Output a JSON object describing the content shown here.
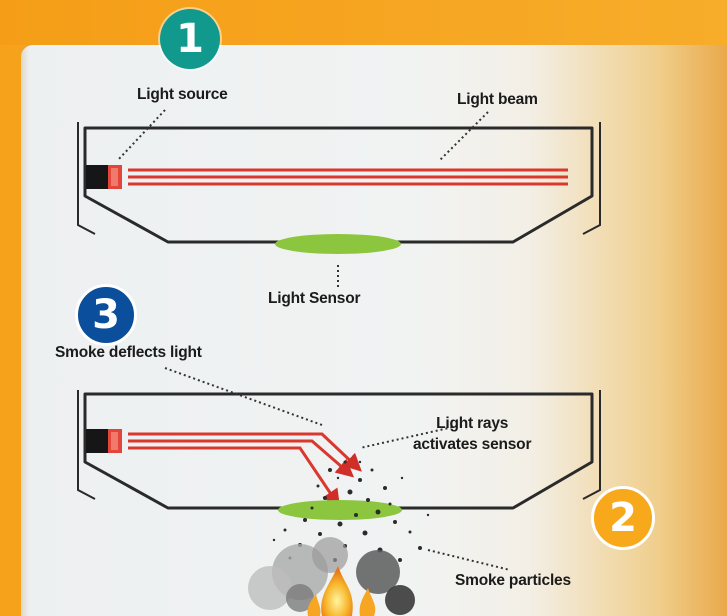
{
  "badges": {
    "one": "1",
    "two": "2",
    "three": "3"
  },
  "labels": {
    "light_source": "Light source",
    "light_beam": "Light beam",
    "light_sensor": "Light Sensor",
    "smoke_deflects_light": "Smoke deflects light",
    "light_rays_line1": "Light rays",
    "light_rays_line2": "activates sensor",
    "smoke_particles": "Smoke particles"
  },
  "colors": {
    "orange_background": "#f6a21a",
    "teal_badge": "#12998e",
    "blue_badge": "#0b4f9c",
    "orange_badge": "#f7a81b",
    "light_beam_red": "#d9382e",
    "sensor_green": "#8cc63f",
    "chamber_outline": "#2a2a2a"
  }
}
